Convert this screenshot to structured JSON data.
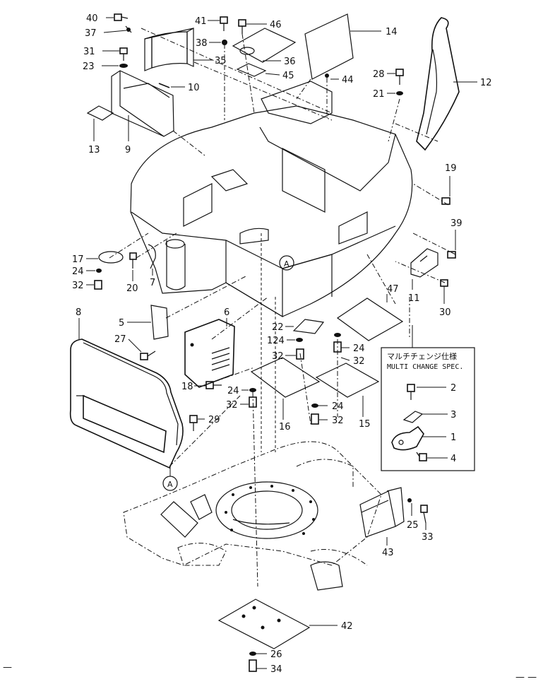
{
  "diagram": {
    "callout_labels": [
      {
        "id": "40",
        "text": "40"
      },
      {
        "id": "37",
        "text": "37"
      },
      {
        "id": "31",
        "text": "31"
      },
      {
        "id": "23",
        "text": "23"
      },
      {
        "id": "41",
        "text": "41"
      },
      {
        "id": "38",
        "text": "38"
      },
      {
        "id": "35",
        "text": "35"
      },
      {
        "id": "46",
        "text": "46"
      },
      {
        "id": "36",
        "text": "36"
      },
      {
        "id": "45",
        "text": "45"
      },
      {
        "id": "14",
        "text": "14"
      },
      {
        "id": "44",
        "text": "44"
      },
      {
        "id": "28",
        "text": "28"
      },
      {
        "id": "21",
        "text": "21"
      },
      {
        "id": "12",
        "text": "12"
      },
      {
        "id": "10",
        "text": "10"
      },
      {
        "id": "9",
        "text": "9"
      },
      {
        "id": "13",
        "text": "13"
      },
      {
        "id": "19",
        "text": "19"
      },
      {
        "id": "39",
        "text": "39"
      },
      {
        "id": "30",
        "text": "30"
      },
      {
        "id": "11",
        "text": "11"
      },
      {
        "id": "17",
        "text": "17"
      },
      {
        "id": "24a",
        "text": "24"
      },
      {
        "id": "32a",
        "text": "32"
      },
      {
        "id": "20",
        "text": "20"
      },
      {
        "id": "7",
        "text": "7"
      },
      {
        "id": "8",
        "text": "8"
      },
      {
        "id": "5",
        "text": "5"
      },
      {
        "id": "27",
        "text": "27"
      },
      {
        "id": "6",
        "text": "6"
      },
      {
        "id": "22",
        "text": "22"
      },
      {
        "id": "124",
        "text": "124"
      },
      {
        "id": "32b",
        "text": "32"
      },
      {
        "id": "24b",
        "text": "24"
      },
      {
        "id": "32c",
        "text": "32"
      },
      {
        "id": "47",
        "text": "47"
      },
      {
        "id": "18",
        "text": "18"
      },
      {
        "id": "24c",
        "text": "24"
      },
      {
        "id": "32d",
        "text": "32"
      },
      {
        "id": "24d",
        "text": "24"
      },
      {
        "id": "32e",
        "text": "32"
      },
      {
        "id": "16",
        "text": "16"
      },
      {
        "id": "15",
        "text": "15"
      },
      {
        "id": "29",
        "text": "29"
      },
      {
        "id": "25",
        "text": "25"
      },
      {
        "id": "33",
        "text": "33"
      },
      {
        "id": "43",
        "text": "43"
      },
      {
        "id": "42",
        "text": "42"
      },
      {
        "id": "26",
        "text": "26"
      },
      {
        "id": "34",
        "text": "34"
      }
    ],
    "ref_marks": [
      {
        "id": "A1",
        "text": "A"
      },
      {
        "id": "A2",
        "text": "A"
      }
    ],
    "inset": {
      "title_jp": "マルチチェンジ仕様",
      "title_en": "MULTI CHANGE SPEC.",
      "labels": [
        {
          "id": "i2",
          "text": "2"
        },
        {
          "id": "i3",
          "text": "3"
        },
        {
          "id": "i1",
          "text": "1"
        },
        {
          "id": "i4",
          "text": "4"
        }
      ]
    },
    "footer_marks": {
      "left": "—",
      "right": "— —"
    }
  }
}
